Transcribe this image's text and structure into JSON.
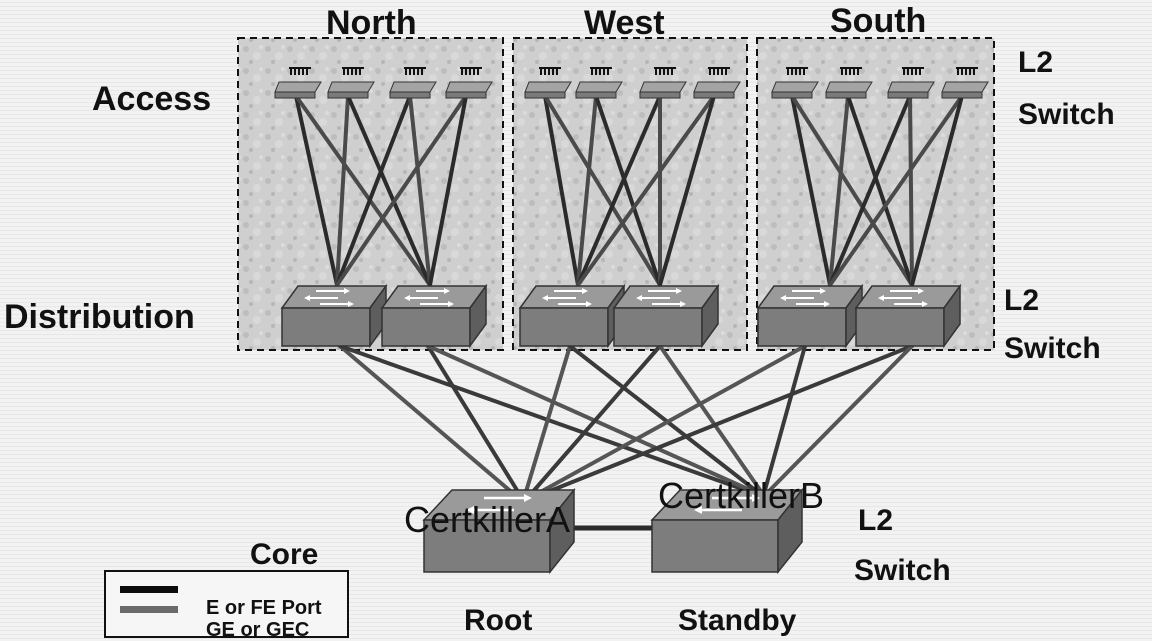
{
  "regions": [
    {
      "id": "north",
      "label": "North"
    },
    {
      "id": "west",
      "label": "West"
    },
    {
      "id": "south",
      "label": "South"
    }
  ],
  "layers": {
    "access": "Access",
    "distribution": "Distribution",
    "core": "Core"
  },
  "switch_labels": {
    "access_line1": "L2",
    "access_line2": "Switch",
    "distribution_line1": "L2",
    "distribution_line2": "Switch",
    "core_line1": "L2",
    "core_line2": "Switch"
  },
  "core_devices": [
    {
      "name": "CertkillerA",
      "role": "Root"
    },
    {
      "name": "CertkillerB",
      "role": "Standby"
    }
  ],
  "legend": {
    "items": [
      {
        "label": "E or FE Port",
        "color": "#0c0c0c"
      },
      {
        "label": "GE or GEC",
        "color": "#6a6a6a"
      }
    ]
  },
  "colors": {
    "link_dark": "#2b2b2b",
    "link_gray": "#6a6a6a",
    "switch_top": "#9a9a9a",
    "switch_front": "#7d7d7d",
    "block_bg": "#c9c9c9"
  }
}
